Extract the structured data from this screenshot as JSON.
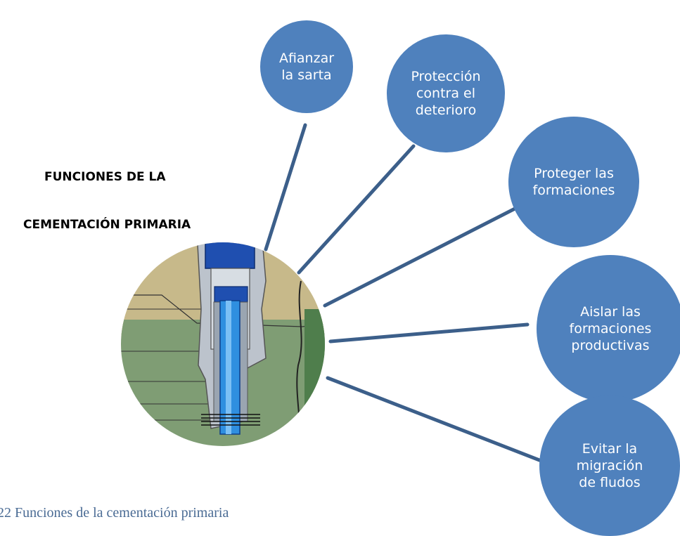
{
  "title": {
    "line1": "FUNCIONES DE LA",
    "line2": "CEMENTACIÓN PRIMARIA"
  },
  "functions": [
    "Afianzar\nla sarta",
    "Protección\ncontra el\ndeterioro",
    "Proteger las\nformaciones",
    "Aislar las\nformaciones\nproductivas",
    "Evitar la\nmigración\nde fludos"
  ],
  "caption": "22 Funciones de la cementación primaria",
  "colors": {
    "bubble": "#4f81bd",
    "connector": "#3c5f8a",
    "surface_formation": "#c7b98a",
    "deep_formation": "#7f9d74",
    "casing_blue": "#1f4fb0",
    "tubing_blue": "#2f8fe0",
    "cement_gray": "#bcc3cc",
    "caption_text": "#4a6b94"
  },
  "icons": [
    "wellbore-cross-section-illustration"
  ]
}
